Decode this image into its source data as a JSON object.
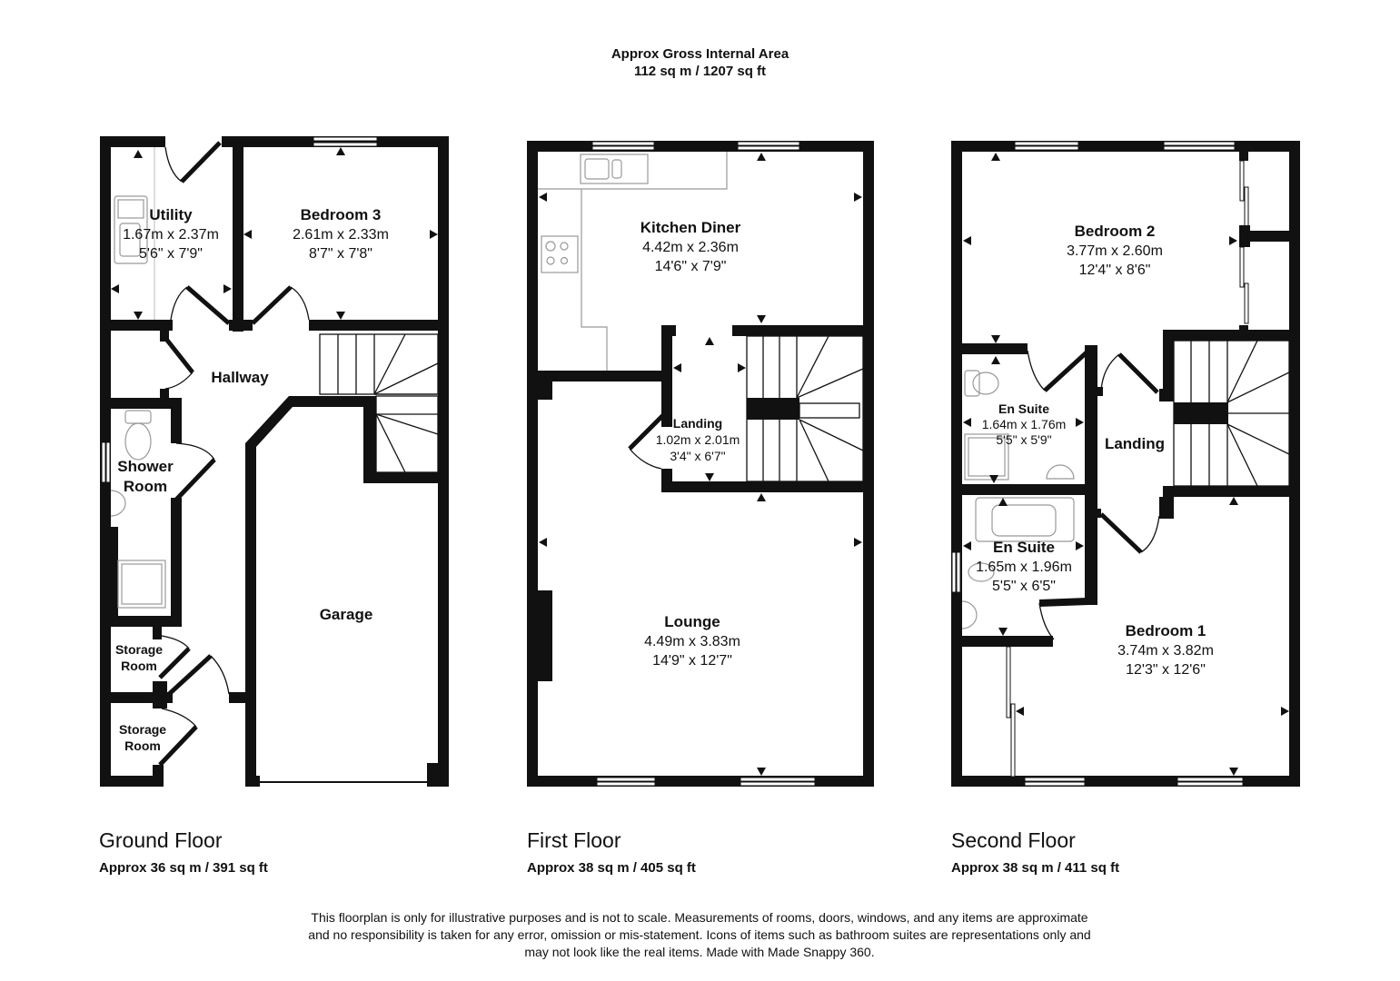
{
  "header": {
    "line1": "Approx Gross Internal Area",
    "line2": "112 sq m / 1207 sq ft"
  },
  "floors": [
    {
      "label": "Ground Floor",
      "area": "Approx 36 sq m / 391 sq ft",
      "rooms": [
        {
          "name": "Utility",
          "metric": "1.67m x 2.37m",
          "imperial": "5'6\" x 7'9\""
        },
        {
          "name": "Bedroom 3",
          "metric": "2.61m x 2.33m",
          "imperial": "8'7\" x 7'8\""
        },
        {
          "name": "Hallway"
        },
        {
          "name_line1": "Shower",
          "name_line2": "Room"
        },
        {
          "name_line1": "Storage",
          "name_line2": "Room"
        },
        {
          "name_line1": "Storage",
          "name_line2": "Room"
        },
        {
          "name": "Garage"
        }
      ]
    },
    {
      "label": "First Floor",
      "area": "Approx 38 sq m / 405 sq ft",
      "rooms": [
        {
          "name": "Kitchen Diner",
          "metric": "4.42m x 2.36m",
          "imperial": "14'6\" x 7'9\""
        },
        {
          "name": "Landing",
          "metric": "1.02m x 2.01m",
          "imperial": "3'4\" x 6'7\""
        },
        {
          "name": "Lounge",
          "metric": "4.49m x 3.83m",
          "imperial": "14'9\" x 12'7\""
        }
      ]
    },
    {
      "label": "Second Floor",
      "area": "Approx 38 sq m / 411 sq ft",
      "rooms": [
        {
          "name": "Bedroom 2",
          "metric": "3.77m x 2.60m",
          "imperial": "12'4\" x 8'6\""
        },
        {
          "name": "En Suite",
          "metric": "1.64m x 1.76m",
          "imperial": "5'5\" x 5'9\""
        },
        {
          "name": "Landing"
        },
        {
          "name": "En Suite",
          "metric": "1.65m x 1.96m",
          "imperial": "5'5\" x 6'5\""
        },
        {
          "name": "Bedroom 1",
          "metric": "3.74m x 3.82m",
          "imperial": "12'3\" x 12'6\""
        }
      ]
    }
  ],
  "disclaimer": {
    "line1": "This floorplan is only for illustrative purposes and is not to scale. Measurements of rooms, doors, windows, and any items are approximate",
    "line2": "and no responsibility is taken for any error, omission or mis-statement. Icons of items such as bathroom suites are representations only and",
    "line3": "may not look like the real items. Made with Made Snappy 360."
  }
}
